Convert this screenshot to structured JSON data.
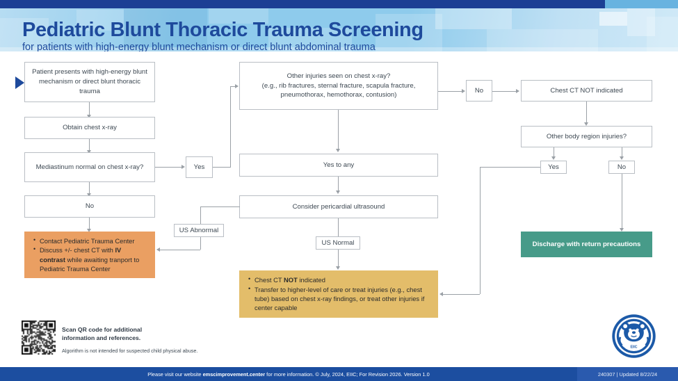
{
  "header": {
    "title": "Pediatric Blunt Thoracic Trauma Screening",
    "subtitle": "for patients with high-energy blunt mechanism or direct blunt abdominal trauma"
  },
  "flow": {
    "n1": "Patient presents with high-energy blunt mechanism or direct blunt thoracic trauma",
    "n2": "Obtain chest x-ray",
    "n3": "Mediastinum normal on chest x-ray?",
    "n3_yes": "Yes",
    "n4_no": "No",
    "n5_lines": [
      "Contact Pediatric Trauma Center",
      "Discuss +/- chest CT with IV contrast while awaiting tranport to Pediatric Trauma Center"
    ],
    "n5_l1": "Contact Pediatric Trauma Center",
    "n5_l2_a": "Discuss +/- chest CT with ",
    "n5_l2_b": "IV contrast",
    "n5_l2_c": " while awaiting tranport to Pediatric Trauma Center",
    "n6_l1": "Other injuries seen on chest x-ray?",
    "n6_l2": "(e.g., rib fractures, sternal fracture, scapula fracture,",
    "n6_l3": "pneumothorax, hemothorax, contusion)",
    "n7": "Yes to any",
    "n8": "Consider pericardial ultrasound",
    "n9_us_abnormal": "US Abnormal",
    "n10_us_normal": "US Normal",
    "n11_l1_a": "Chest CT ",
    "n11_l1_b": "NOT",
    "n11_l1_c": " indicated",
    "n11_l2": "Transfer to higher-level of care or treat injuries (e.g., chest tube) based on chest x-ray findings, or treat other injuries if center capable",
    "n12_no": "No",
    "n13": "Chest CT NOT indicated",
    "n14": "Other body region injuries?",
    "n15_yes": "Yes",
    "n16_no": "No",
    "n17": "Discharge with return precautions"
  },
  "qr": {
    "line1": "Scan QR code for additional",
    "line2": "information and references.",
    "note": "Algorithm is not intended for suspected child physical abuse."
  },
  "logo": {
    "text": "EIIC"
  },
  "footer": {
    "left_a": "Please visit our website ",
    "left_b": "emscimprovement.center",
    "left_c": " for more information. © July, 2024, EIIC; For Revision 2026. Version 1.0",
    "right": "240307 | Updated 8/22/24"
  },
  "colors": {
    "navy": "#1c3f94",
    "title_blue": "#1e4a9c",
    "orange": "#ea9f62",
    "tan": "#e3bd6a",
    "green": "#479b89",
    "footer_blue": "#1c4ea0",
    "line_gray": "#9aa0a6"
  }
}
